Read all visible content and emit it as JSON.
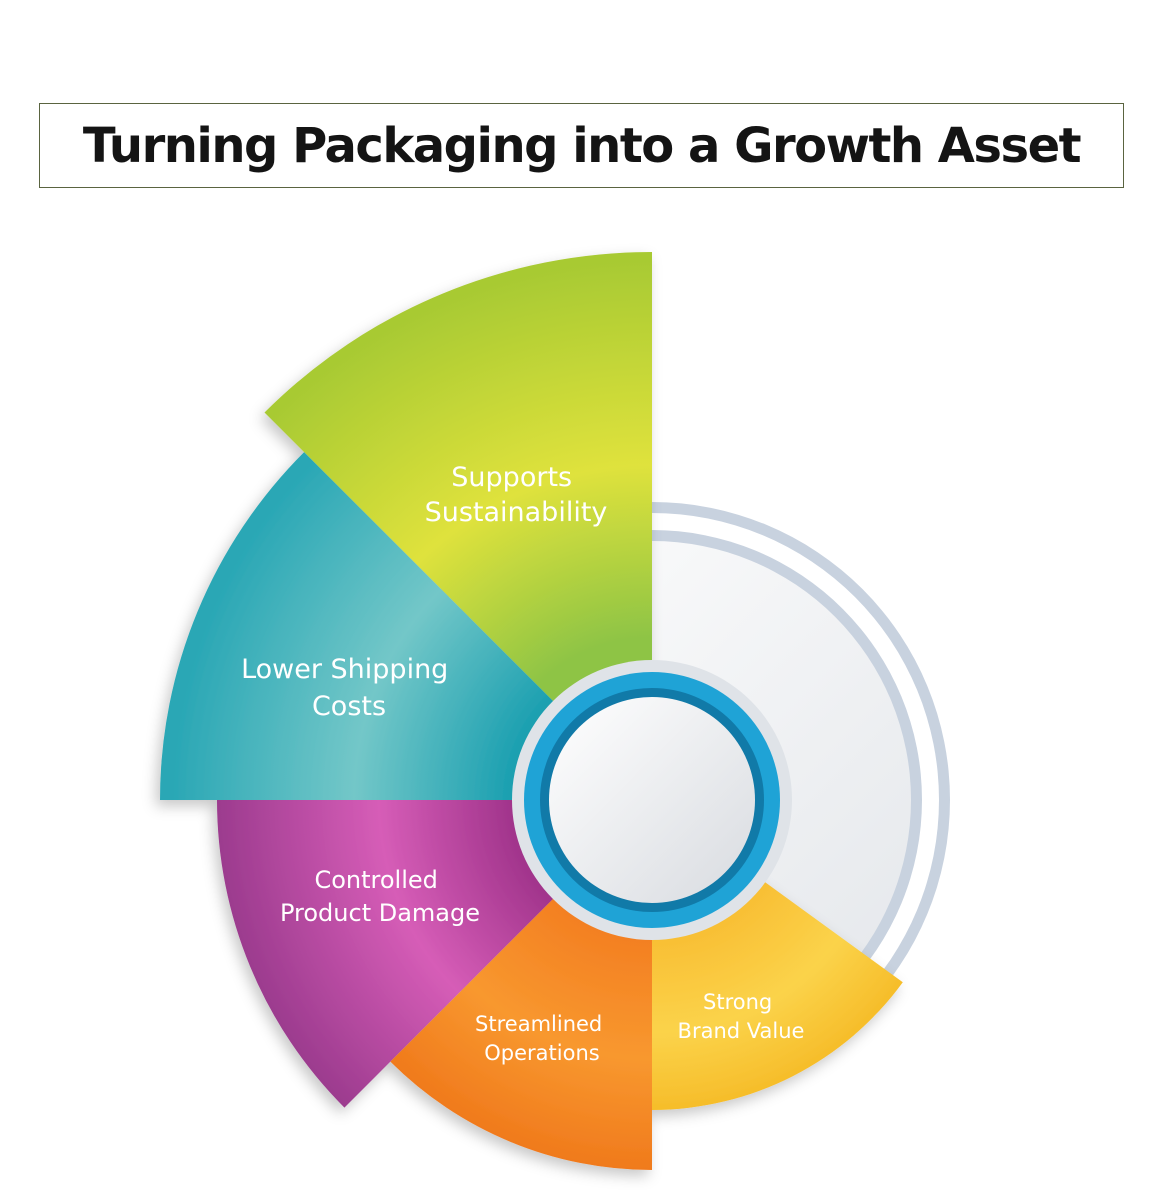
{
  "title": "Turning Packaging into a Growth Asset",
  "segments": [
    {
      "lines": [
        "Supports",
        "Sustainability"
      ],
      "color": "#9bc93c"
    },
    {
      "lines": [
        "Lower Shipping",
        "Costs"
      ],
      "color": "#2aa7b5"
    },
    {
      "lines": [
        "Controlled",
        "Product Damage"
      ],
      "color": "#b0449c"
    },
    {
      "lines": [
        "Streamlined",
        "Operations"
      ],
      "color": "#f5821f"
    },
    {
      "lines": [
        "Strong",
        "Brand Value"
      ],
      "color": "#f9c12e"
    }
  ],
  "colors": {
    "ring_accent": "#1fa3d6",
    "track": "#c8d2df",
    "title_border": "#5a6440"
  }
}
